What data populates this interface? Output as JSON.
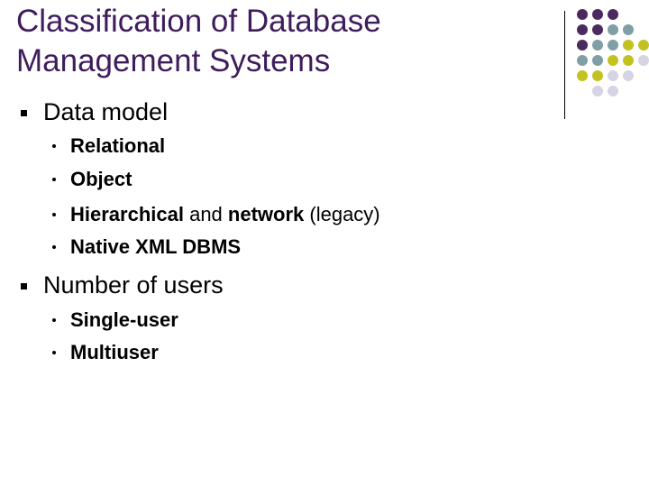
{
  "title": {
    "line1": "Classification of Database",
    "line2": "Management Systems"
  },
  "sections": [
    {
      "heading": "Data model",
      "items": [
        {
          "text": "Relational"
        },
        {
          "text": "Object"
        },
        {
          "part1": "Hierarchical",
          "part2": " and ",
          "part3": "network",
          "part4": " (legacy)"
        },
        {
          "text": "Native XML DBMS"
        }
      ]
    },
    {
      "heading": "Number of users",
      "items": [
        {
          "text": "Single-user"
        },
        {
          "text": "Multiuser"
        }
      ]
    }
  ],
  "decoration": {
    "colors": {
      "purple": "#4b2a60",
      "teal": "#7f9ea5",
      "olive": "#c3c21e",
      "lavender": "#d6d4e4"
    },
    "dot_grid": [
      [
        "purple",
        "purple",
        "purple",
        null,
        null
      ],
      [
        "purple",
        "purple",
        "teal",
        "teal",
        null
      ],
      [
        "purple",
        "teal",
        "teal",
        "olive",
        "olive"
      ],
      [
        "teal",
        "teal",
        "olive",
        "olive",
        "lavender"
      ],
      [
        "olive",
        "olive",
        "lavender",
        "lavender",
        null
      ],
      [
        null,
        "lavender",
        "lavender",
        null,
        null
      ]
    ]
  }
}
